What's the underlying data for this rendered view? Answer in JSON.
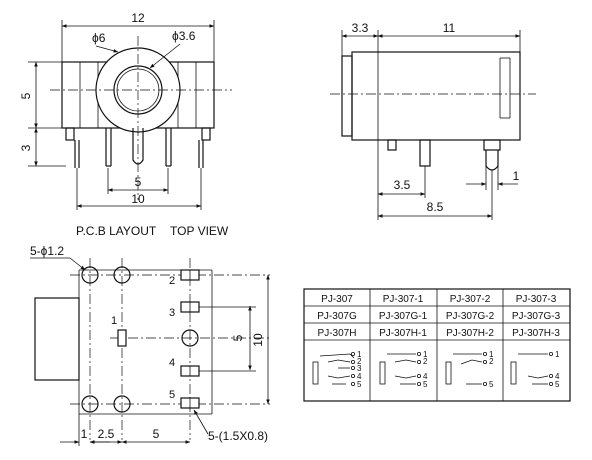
{
  "front_view": {
    "dim_width": "12",
    "dim_outer_dia": "ϕ6",
    "dim_inner_dia": "ϕ3.6",
    "dim_height": "5",
    "dim_pin_length": "3",
    "dim_pin_spacing_a": "5",
    "dim_pin_spacing_b": "10"
  },
  "side_view": {
    "dim_front": "3.3",
    "dim_body": "11",
    "dim_pin_a": "3.5",
    "dim_pin_b": "8.5",
    "dim_pin_width": "1"
  },
  "pcb_layout": {
    "title": "P.C.B LAYOUT",
    "view_label": "TOP VIEW",
    "hole_callout": "5-ϕ1.2",
    "pad_callout": "5-(1.5X0.8)",
    "pad_numbers": [
      "1",
      "2",
      "3",
      "4",
      "5"
    ],
    "dim_right_inner": "5",
    "dim_right_outer": "10",
    "dim_bottom": [
      "1",
      "2.5",
      "5"
    ]
  },
  "model_table": {
    "rows": [
      [
        "PJ-307",
        "PJ-307-1",
        "PJ-307-2",
        "PJ-307-3"
      ],
      [
        "PJ-307G",
        "PJ-307G-1",
        "PJ-307G-2",
        "PJ-307G-3"
      ],
      [
        "PJ-307H",
        "PJ-307H-1",
        "PJ-307H-2",
        "PJ-307H-3"
      ]
    ],
    "schematics": [
      [
        "1",
        "2",
        "3",
        "4",
        "5"
      ],
      [
        "1",
        "2",
        "4",
        "5"
      ],
      [
        "1",
        "2",
        "5"
      ],
      [
        "1",
        "4",
        "5"
      ]
    ]
  }
}
